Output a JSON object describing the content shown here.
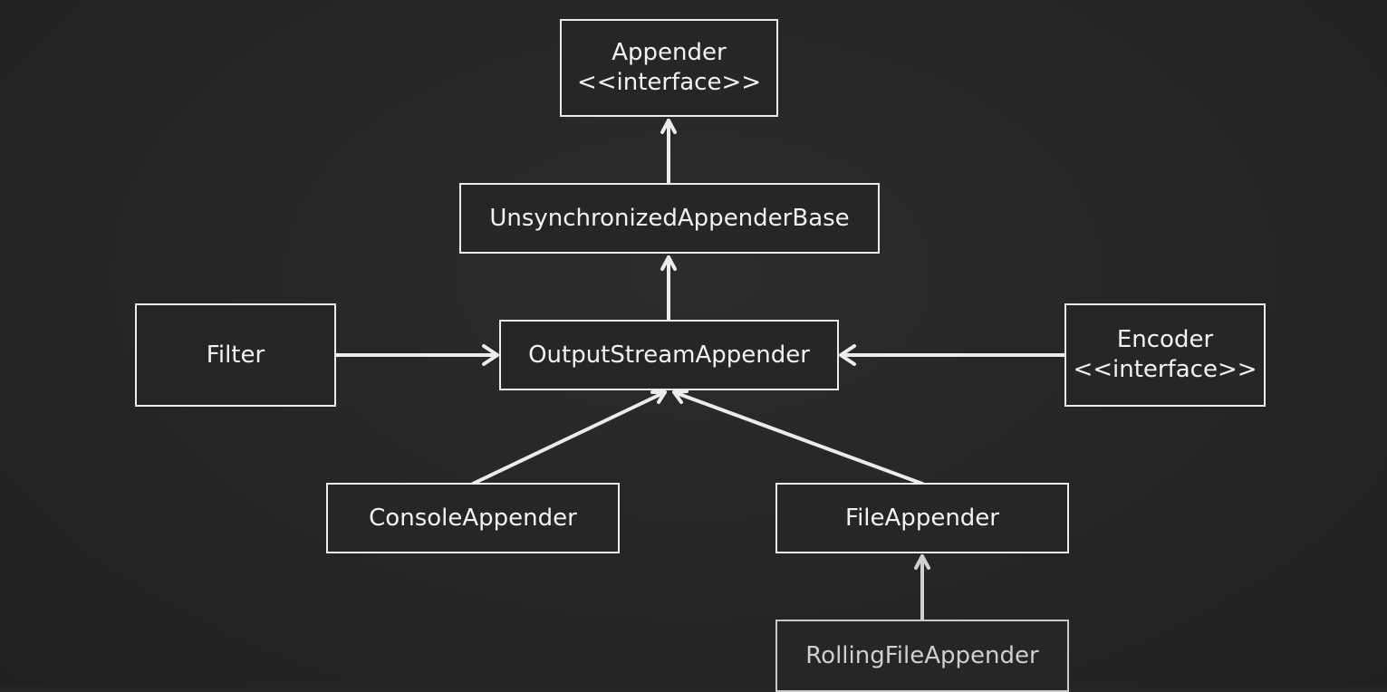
{
  "diagram": {
    "nodes": {
      "appender": {
        "name": "Appender",
        "stereotype": "<<interface>>"
      },
      "unsync_base": {
        "name": "UnsynchronizedAppenderBase"
      },
      "filter": {
        "name": "Filter"
      },
      "output_stream": {
        "name": "OutputStreamAppender"
      },
      "encoder": {
        "name": "Encoder",
        "stereotype": "<<interface>>"
      },
      "console": {
        "name": "ConsoleAppender"
      },
      "file": {
        "name": "FileAppender"
      },
      "rolling_file": {
        "name": "RollingFileAppender"
      }
    },
    "edges": [
      {
        "from": "unsync_base",
        "to": "appender",
        "head": "open-arrow"
      },
      {
        "from": "output_stream",
        "to": "unsync_base",
        "head": "open-arrow"
      },
      {
        "from": "filter",
        "to": "output_stream",
        "head": "open-arrow"
      },
      {
        "from": "encoder",
        "to": "output_stream",
        "head": "open-arrow"
      },
      {
        "from": "console",
        "to": "output_stream",
        "head": "open-arrow"
      },
      {
        "from": "file",
        "to": "output_stream",
        "head": "open-arrow"
      },
      {
        "from": "rolling_file",
        "to": "file",
        "head": "open-arrow"
      }
    ],
    "colors": {
      "background": "#262626",
      "stroke": "#ececec",
      "text": "#f2f2f2"
    }
  }
}
